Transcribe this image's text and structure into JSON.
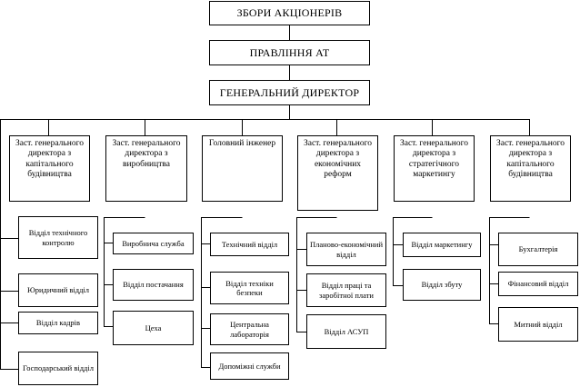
{
  "top": {
    "shareholders": "ЗБОРИ АКЦІОНЕРІВ",
    "board": "ПРАВЛІННЯ АТ",
    "director": "ГЕНЕРАЛЬНИЙ ДИРЕКТОР"
  },
  "divisions": [
    {
      "head": "Заст. генерального директора з капітального будівництва",
      "units": [
        "Відділ технічного контролю",
        "Юридичний відділ",
        "Відділ кадрів",
        "Господарський відділ"
      ]
    },
    {
      "head": "Заст. генерального директора з виробництва",
      "units": [
        "Виробнича служба",
        "Відділ постачання",
        "Цеха"
      ]
    },
    {
      "head": "Головний інженер",
      "units": [
        "Технічний відділ",
        "Відділ техніки безпеки",
        "Центральна лабораторія",
        "Допоміжні служби"
      ]
    },
    {
      "head": "Заст. генерального директора з економічних реформ",
      "units": [
        "Планово-економічний відділ",
        "Відділ праці та заробітної плати",
        "Відділ АСУП"
      ]
    },
    {
      "head": "Заст. генерального директора з стратегічного маркетингу",
      "units": [
        "Відділ маркетингу",
        "Відділ збуту"
      ]
    },
    {
      "head": "Заст. генерального директора з капітального будівництва",
      "units": [
        "Бухгалтерія",
        "Фінансовий відділ",
        "Митний відділ"
      ]
    }
  ]
}
